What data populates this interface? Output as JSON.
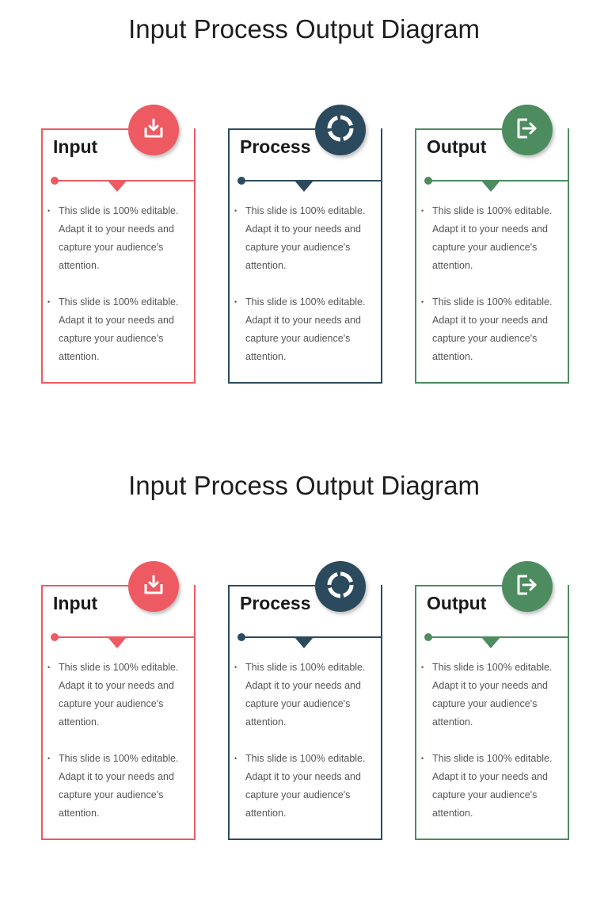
{
  "colors": {
    "input": "#ee5a62",
    "process": "#2c4a5e",
    "output": "#4d8c5f"
  },
  "slides": [
    {
      "title": "Input Process Output Diagram",
      "cards": [
        {
          "title": "Input",
          "icon": "download-tray-icon",
          "bullets": [
            "This slide is 100% editable. Adapt it to your needs and capture your audience's attention.",
            "This slide is 100% editable. Adapt it to your needs and capture your audience's attention."
          ]
        },
        {
          "title": "Process",
          "icon": "refresh-cycle-icon",
          "bullets": [
            "This slide is 100% editable. Adapt it to your needs and capture your audience's attention.",
            "This slide is 100% editable. Adapt it to your needs and capture your audience's attention."
          ]
        },
        {
          "title": "Output",
          "icon": "exit-arrow-icon",
          "bullets": [
            "This slide is 100% editable. Adapt it to your needs and capture your audience's attention.",
            "This slide is 100% editable. Adapt it to your needs and capture your audience's attention."
          ]
        }
      ]
    },
    {
      "title": "Input Process Output Diagram",
      "cards": [
        {
          "title": "Input",
          "icon": "download-tray-icon",
          "bullets": [
            "This slide is 100% editable. Adapt it to your needs and capture your audience's attention.",
            "This slide is 100% editable. Adapt it to your needs and capture your audience's attention."
          ]
        },
        {
          "title": "Process",
          "icon": "refresh-cycle-icon",
          "bullets": [
            "This slide is 100% editable. Adapt it to your needs and capture your audience's attention.",
            "This slide is 100% editable. Adapt it to your needs and capture your audience's attention."
          ]
        },
        {
          "title": "Output",
          "icon": "exit-arrow-icon",
          "bullets": [
            "This slide is 100% editable. Adapt it to your needs and capture your audience's attention.",
            "This slide is 100% editable. Adapt it to your needs and capture your audience's attention."
          ]
        }
      ]
    }
  ]
}
